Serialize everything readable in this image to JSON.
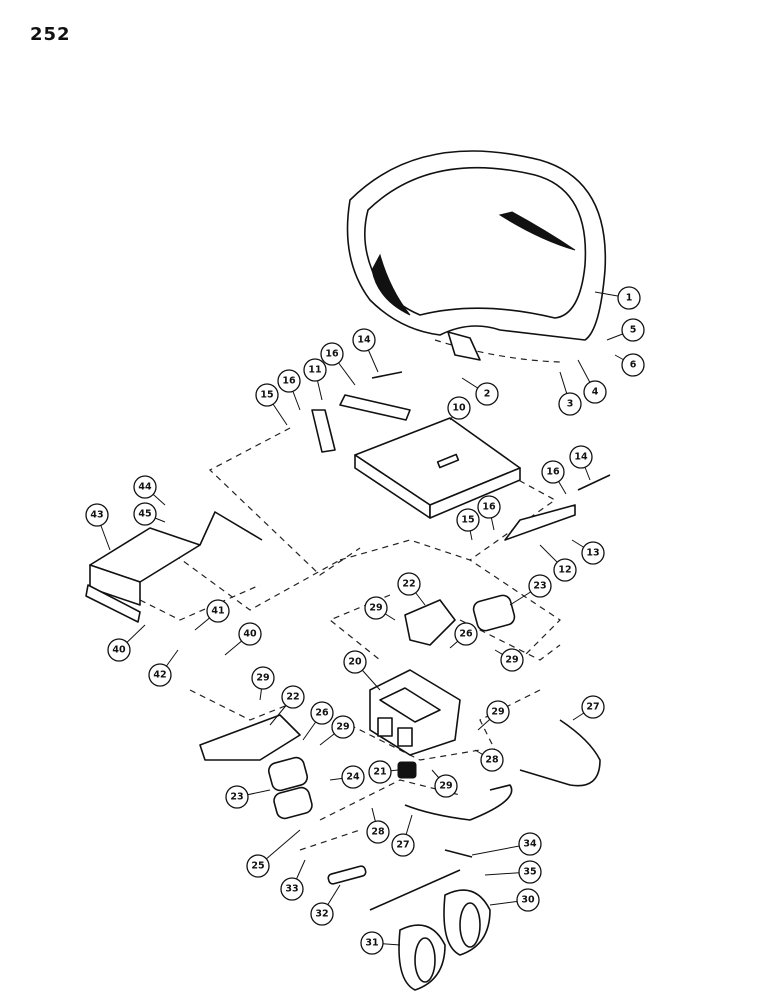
{
  "page_number": "252",
  "callouts": [
    {
      "id": "c1",
      "label": "1"
    },
    {
      "id": "c2",
      "label": "2"
    },
    {
      "id": "c3",
      "label": "3"
    },
    {
      "id": "c4",
      "label": "4"
    },
    {
      "id": "c5",
      "label": "5"
    },
    {
      "id": "c6",
      "label": "6"
    },
    {
      "id": "c10",
      "label": "10"
    },
    {
      "id": "c11",
      "label": "11"
    },
    {
      "id": "c12",
      "label": "12"
    },
    {
      "id": "c13",
      "label": "13"
    },
    {
      "id": "c14a",
      "label": "14"
    },
    {
      "id": "c14b",
      "label": "14"
    },
    {
      "id": "c15a",
      "label": "15"
    },
    {
      "id": "c15b",
      "label": "15"
    },
    {
      "id": "c16a",
      "label": "16"
    },
    {
      "id": "c16b",
      "label": "16"
    },
    {
      "id": "c16c",
      "label": "16"
    },
    {
      "id": "c16d",
      "label": "16"
    },
    {
      "id": "c20",
      "label": "20"
    },
    {
      "id": "c21",
      "label": "21"
    },
    {
      "id": "c22a",
      "label": "22"
    },
    {
      "id": "c22b",
      "label": "22"
    },
    {
      "id": "c23a",
      "label": "23"
    },
    {
      "id": "c23b",
      "label": "23"
    },
    {
      "id": "c24",
      "label": "24"
    },
    {
      "id": "c25",
      "label": "25"
    },
    {
      "id": "c26a",
      "label": "26"
    },
    {
      "id": "c26b",
      "label": "26"
    },
    {
      "id": "c27a",
      "label": "27"
    },
    {
      "id": "c27b",
      "label": "27"
    },
    {
      "id": "c28a",
      "label": "28"
    },
    {
      "id": "c28b",
      "label": "28"
    },
    {
      "id": "c29a",
      "label": "29"
    },
    {
      "id": "c29b",
      "label": "29"
    },
    {
      "id": "c29c",
      "label": "29"
    },
    {
      "id": "c29d",
      "label": "29"
    },
    {
      "id": "c29e",
      "label": "29"
    },
    {
      "id": "c29f",
      "label": "29"
    },
    {
      "id": "c30",
      "label": "30"
    },
    {
      "id": "c31",
      "label": "31"
    },
    {
      "id": "c32",
      "label": "32"
    },
    {
      "id": "c33",
      "label": "33"
    },
    {
      "id": "c34",
      "label": "34"
    },
    {
      "id": "c35",
      "label": "35"
    },
    {
      "id": "c40a",
      "label": "40"
    },
    {
      "id": "c40b",
      "label": "40"
    },
    {
      "id": "c41",
      "label": "41"
    },
    {
      "id": "c42",
      "label": "42"
    },
    {
      "id": "c43",
      "label": "43"
    },
    {
      "id": "c44",
      "label": "44"
    },
    {
      "id": "c45",
      "label": "45"
    }
  ]
}
